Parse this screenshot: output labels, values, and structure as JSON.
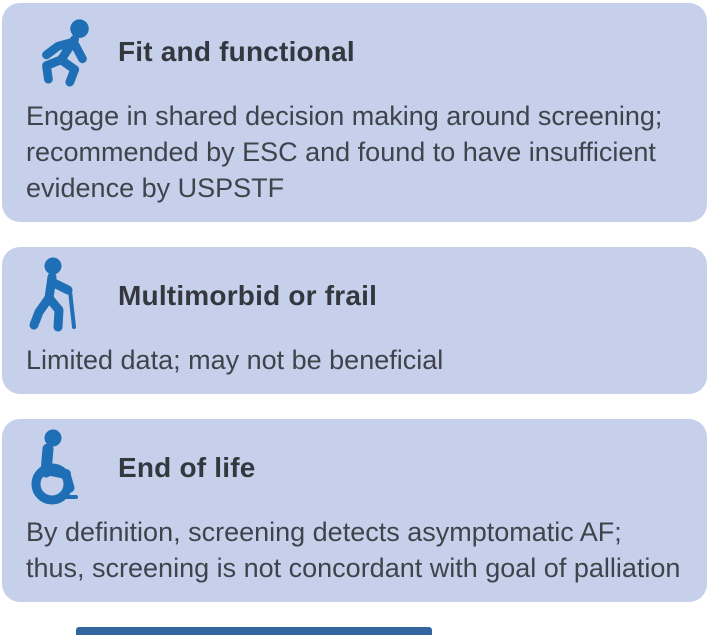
{
  "colors": {
    "page_bg": "#ffffff",
    "card_bg": "#c6d0ea",
    "icon_blue": "#1e6fb5",
    "title_text": "#33383f",
    "body_text": "#3f444c",
    "partial_bar_blue": "#33659e"
  },
  "cards": [
    {
      "icon": "runner-icon",
      "title": "Fit and functional",
      "body": "Engage in shared decision making around screening; recommended by ESC and found to have insufficient evidence by USPSTF"
    },
    {
      "icon": "walking-with-cane-icon",
      "title": "Multimorbid or frail",
      "body": "Limited data; may not be beneficial"
    },
    {
      "icon": "wheelchair-icon",
      "title": "End of life",
      "body": "By definition, screening detects asymptomatic AF; thus, screening is not concordant with goal of palliation"
    }
  ]
}
